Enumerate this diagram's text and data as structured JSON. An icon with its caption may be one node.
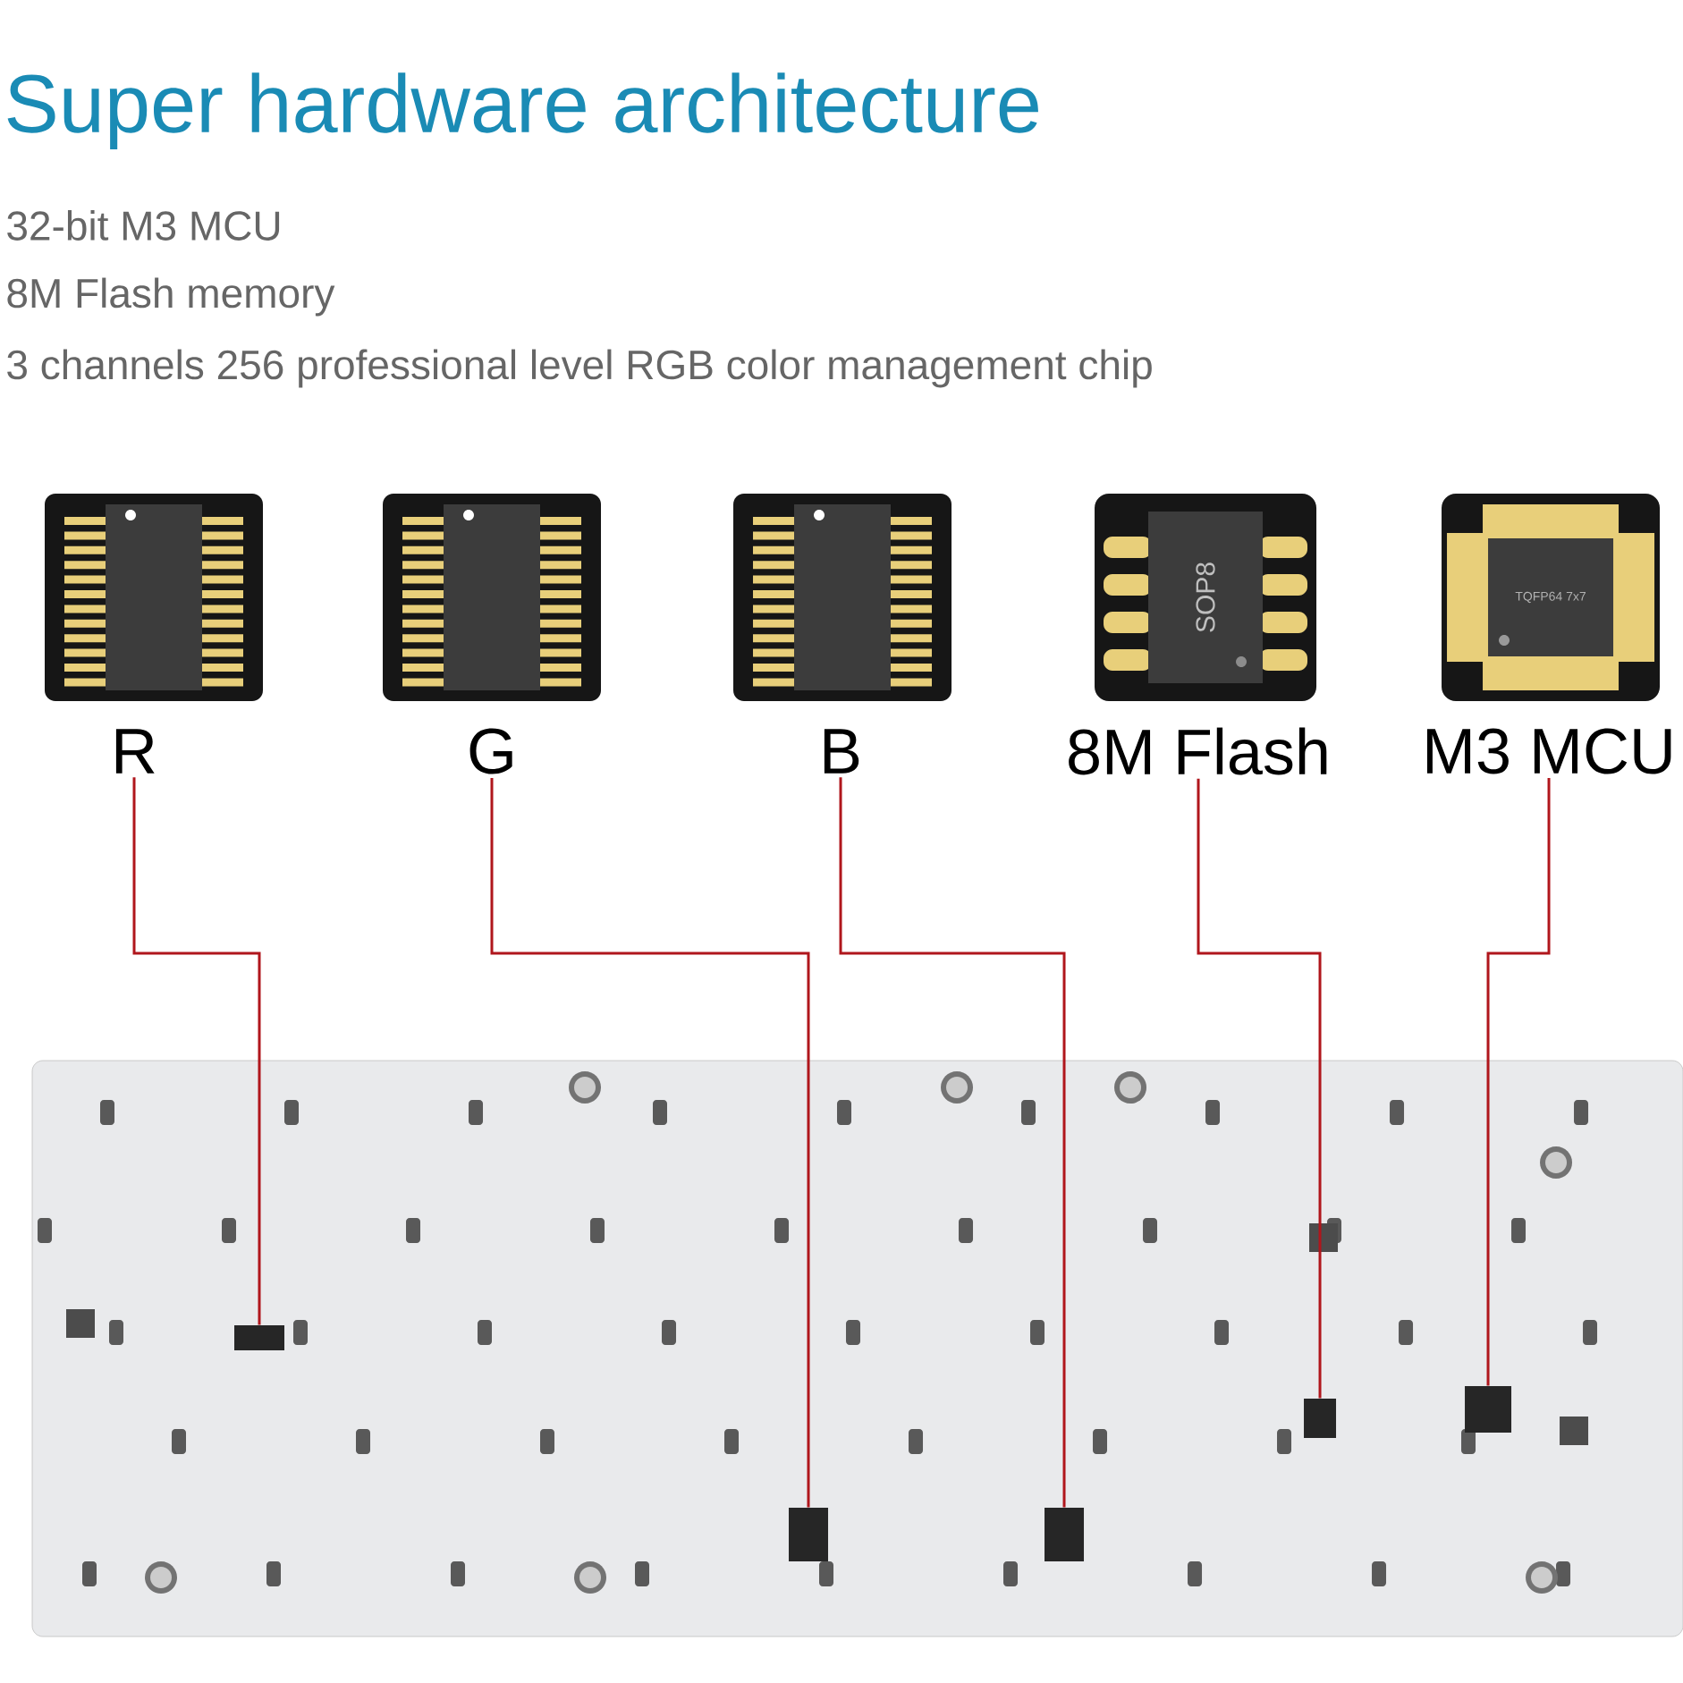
{
  "diagram": {
    "title": "Super hardware architecture",
    "nodes": [
      {
        "text": [
          "R"
        ]
      },
      {
        "text": [
          "G"
        ]
      },
      {
        "text": [
          "B"
        ]
      },
      {
        "text": [
          "8M Flash"
        ]
      },
      {
        "text": [
          "M3 MCU"
        ]
      },
      {
        "text": [],
        "shape": "picture"
      },
      {
        "text": [],
        "shape": "box",
        "in": 5
      },
      {
        "text": [],
        "shape": "box",
        "in": 5
      },
      {
        "text": [],
        "shape": "box",
        "in": 5
      },
      {
        "text": [],
        "shape": "box",
        "in": 5
      },
      {
        "text": [],
        "shape": "box",
        "in": 5
      }
    ],
    "edges": [
      {
        "from": 0,
        "to": 6,
        "arrow": "none"
      },
      {
        "from": 1,
        "to": 7,
        "arrow": "none"
      },
      {
        "from": 2,
        "to": 8,
        "arrow": "none"
      },
      {
        "from": 3,
        "to": 9,
        "arrow": "none"
      },
      {
        "from": 4,
        "to": 10,
        "arrow": "none"
      }
    ],
    "labels": [
      "32-bit M3 MCU",
      "8M Flash memory",
      "3 channels 256 professional level RGB color management chip",
      "SOP8",
      "TQFP64 7x7"
    ]
  }
}
